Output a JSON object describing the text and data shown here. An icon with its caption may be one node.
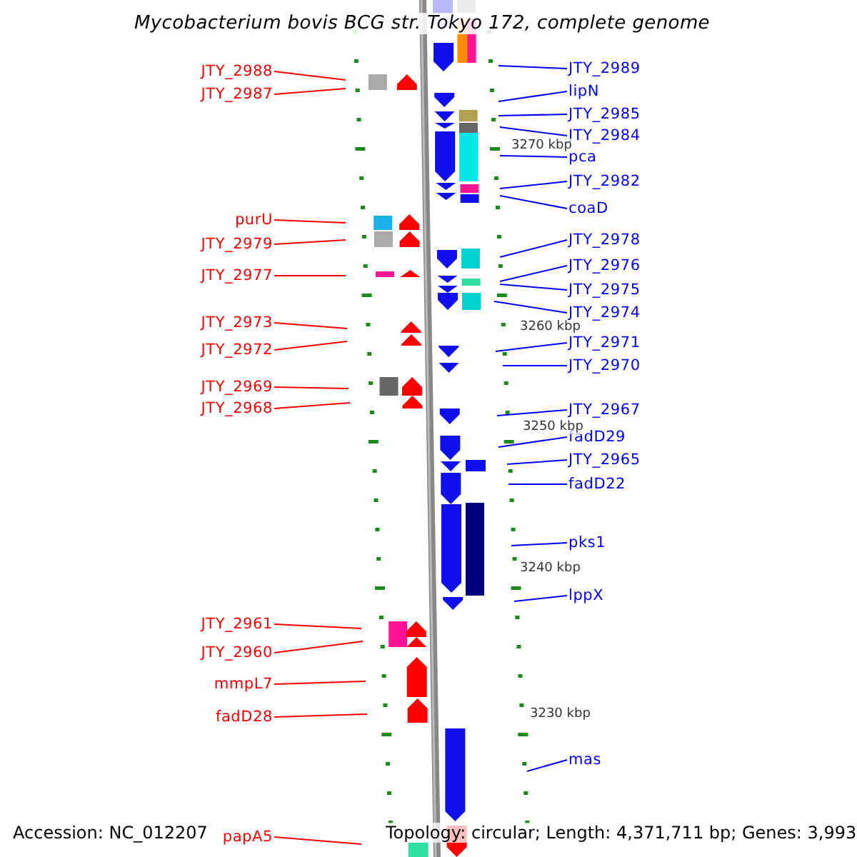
{
  "diagram": {
    "title": "Mycobacterium bovis BCG str. Tokyo 172, complete genome",
    "nodes": [
      {
        "text": [
          "JTY_2988"
        ]
      },
      {
        "text": [
          "JTY_2987"
        ]
      },
      {
        "text": [
          "purU"
        ]
      },
      {
        "text": [
          "JTY_2979"
        ]
      },
      {
        "text": [
          "JTY_2977"
        ]
      },
      {
        "text": [
          "JTY_2973"
        ]
      },
      {
        "text": [
          "JTY_2972"
        ]
      },
      {
        "text": [
          "JTY_2969"
        ]
      },
      {
        "text": [
          "JTY_2968"
        ]
      },
      {
        "text": [
          "JTY_2961"
        ]
      },
      {
        "text": [
          "JTY_2960"
        ]
      },
      {
        "text": [
          "mmpL7"
        ]
      },
      {
        "text": [
          "fadD28"
        ]
      },
      {
        "text": [
          "papA5"
        ]
      },
      {
        "text": [
          "JTY_2989"
        ]
      },
      {
        "text": [
          "lipN"
        ]
      },
      {
        "text": [
          "JTY_2985"
        ]
      },
      {
        "text": [
          "JTY_2984"
        ]
      },
      {
        "text": [
          "pca"
        ]
      },
      {
        "text": [
          "JTY_2982"
        ]
      },
      {
        "text": [
          "coaD"
        ]
      },
      {
        "text": [
          "JTY_2978"
        ]
      },
      {
        "text": [
          "JTY_2976"
        ]
      },
      {
        "text": [
          "JTY_2975"
        ]
      },
      {
        "text": [
          "JTY_2974"
        ]
      },
      {
        "text": [
          "JTY_2971"
        ]
      },
      {
        "text": [
          "JTY_2970"
        ]
      },
      {
        "text": [
          "JTY_2967"
        ]
      },
      {
        "text": [
          "fadD29"
        ]
      },
      {
        "text": [
          "JTY_2965"
        ]
      },
      {
        "text": [
          "fadD22"
        ]
      },
      {
        "text": [
          "pks1"
        ]
      },
      {
        "text": [
          "lppX"
        ]
      },
      {
        "text": [
          "mas"
        ]
      }
    ],
    "edges": [
      {
        "from": 0,
        "to": null,
        "arrow": "none",
        "color": "#ff0000"
      },
      {
        "from": 1,
        "to": null,
        "arrow": "none",
        "color": "#ff0000"
      },
      {
        "from": 2,
        "to": null,
        "arrow": "none",
        "color": "#ff0000"
      },
      {
        "from": 3,
        "to": null,
        "arrow": "none",
        "color": "#ff0000"
      },
      {
        "from": 4,
        "to": null,
        "arrow": "none",
        "color": "#ff0000"
      },
      {
        "from": 5,
        "to": null,
        "arrow": "none",
        "color": "#ff0000"
      },
      {
        "from": 6,
        "to": null,
        "arrow": "none",
        "color": "#ff0000"
      },
      {
        "from": 7,
        "to": null,
        "arrow": "none",
        "color": "#ff0000"
      },
      {
        "from": 8,
        "to": null,
        "arrow": "none",
        "color": "#ff0000"
      },
      {
        "from": 9,
        "to": null,
        "arrow": "none",
        "color": "#ff0000"
      },
      {
        "from": 10,
        "to": null,
        "arrow": "none",
        "color": "#ff0000"
      },
      {
        "from": 11,
        "to": null,
        "arrow": "none",
        "color": "#ff0000"
      },
      {
        "from": 12,
        "to": null,
        "arrow": "none",
        "color": "#ff0000"
      },
      {
        "from": 13,
        "to": null,
        "arrow": "none",
        "color": "#ff0000"
      },
      {
        "from": 14,
        "to": null,
        "arrow": "none"
      },
      {
        "from": 15,
        "to": null,
        "arrow": "none"
      },
      {
        "from": 16,
        "to": null,
        "arrow": "none"
      },
      {
        "from": 17,
        "to": null,
        "arrow": "none"
      },
      {
        "from": 18,
        "to": null,
        "arrow": "none"
      },
      {
        "from": 19,
        "to": null,
        "arrow": "none"
      },
      {
        "from": 20,
        "to": null,
        "arrow": "none"
      },
      {
        "from": 21,
        "to": null,
        "arrow": "none"
      },
      {
        "from": 22,
        "to": null,
        "arrow": "none"
      },
      {
        "from": 23,
        "to": null,
        "arrow": "none"
      },
      {
        "from": 24,
        "to": null,
        "arrow": "none"
      },
      {
        "from": 25,
        "to": null,
        "arrow": "none"
      },
      {
        "from": 26,
        "to": null,
        "arrow": "none"
      },
      {
        "from": 27,
        "to": null,
        "arrow": "none"
      },
      {
        "from": 28,
        "to": null,
        "arrow": "none"
      },
      {
        "from": 29,
        "to": null,
        "arrow": "none"
      },
      {
        "from": 30,
        "to": null,
        "arrow": "none"
      },
      {
        "from": 31,
        "to": null,
        "arrow": "none"
      },
      {
        "from": 32,
        "to": null,
        "arrow": "none"
      },
      {
        "from": 33,
        "to": null,
        "arrow": "none"
      }
    ],
    "labels": [
      "3270 kbp",
      "3260 kbp",
      "3250 kbp",
      "3240 kbp",
      "3230 kbp",
      "Accession: NC_012207",
      "Topology: circular; Length: 4,371,711 bp; Genes: 3,993"
    ]
  }
}
